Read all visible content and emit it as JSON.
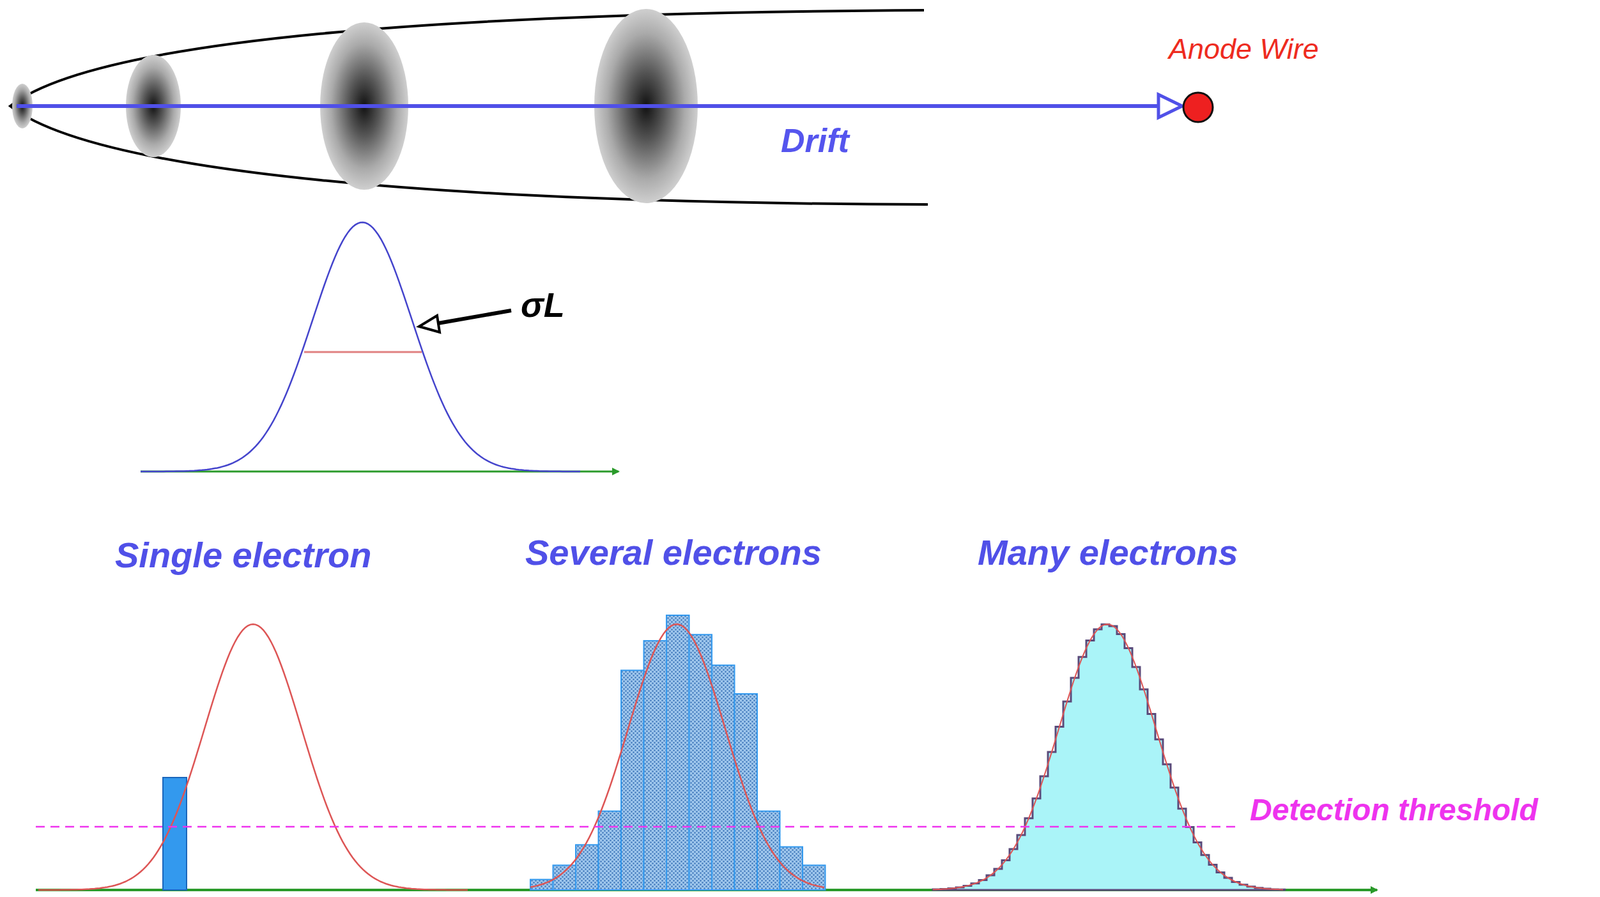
{
  "diagram": {
    "labels": [
      "Anode Wire",
      "Drift",
      "σL",
      "Single electron",
      "Several electrons",
      "Many electrons",
      "Detection threshold"
    ]
  }
}
